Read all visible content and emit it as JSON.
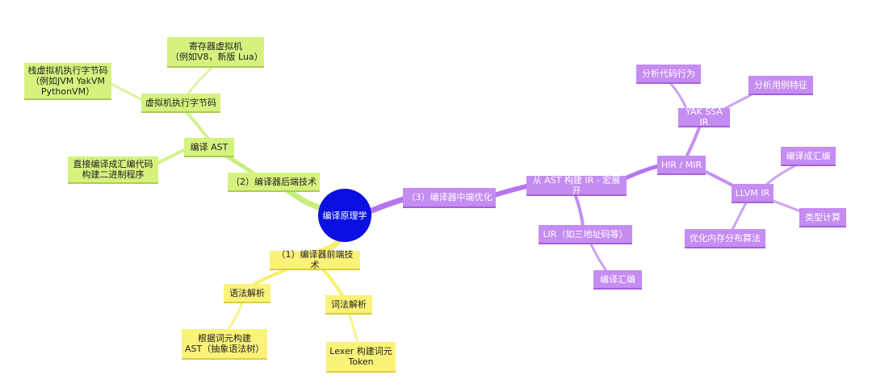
{
  "root": {
    "label": "编译原理学"
  },
  "backend": {
    "label": "（2）编译器后端技术",
    "compile_ast": "编译 AST",
    "vm_bytecode": "虚拟机执行字节码",
    "register_vm": "寄存器虚拟机\n（例如V8，新版 Lua）",
    "stack_vm": "栈虚拟机执行字节码\n（例如JVM YakVM\nPythonVM）",
    "direct_compile": "直接编译成汇编代码\n构建二进制程序"
  },
  "frontend": {
    "label": "（1）编译器前端技术",
    "syntax": "语法解析",
    "lexical": "词法解析",
    "ast_build": "根据词元构建\nAST（抽象语法树）",
    "lexer": "Lexer 构建词元\nToken"
  },
  "middle": {
    "label": "（3）编译器中端优化",
    "ir_from_ast": "从 AST 构建 IR - 宏展开",
    "hir_mir": "HIR / MIR",
    "yak_ssa": "YAK SSA IR",
    "analyze_behavior": "分析代码行为",
    "analyze_features": "分析用例特征",
    "llvm_ir": "LLVM IR",
    "compile_asm_1": "编译成汇编",
    "type_calc": "类型计算",
    "mem_opt": "优化内存分布算法",
    "lir": "LIR（如三地址码等）",
    "compile_asm_2": "编译汇编"
  },
  "colors": {
    "root": "#0a10e0",
    "backend": "#d6f27e",
    "frontend": "#fbf27a",
    "middle": "#c58cf2",
    "backend_link": "#c6ee7c",
    "frontend_link": "#f7ef6a",
    "middle_link": "#b774ee"
  }
}
